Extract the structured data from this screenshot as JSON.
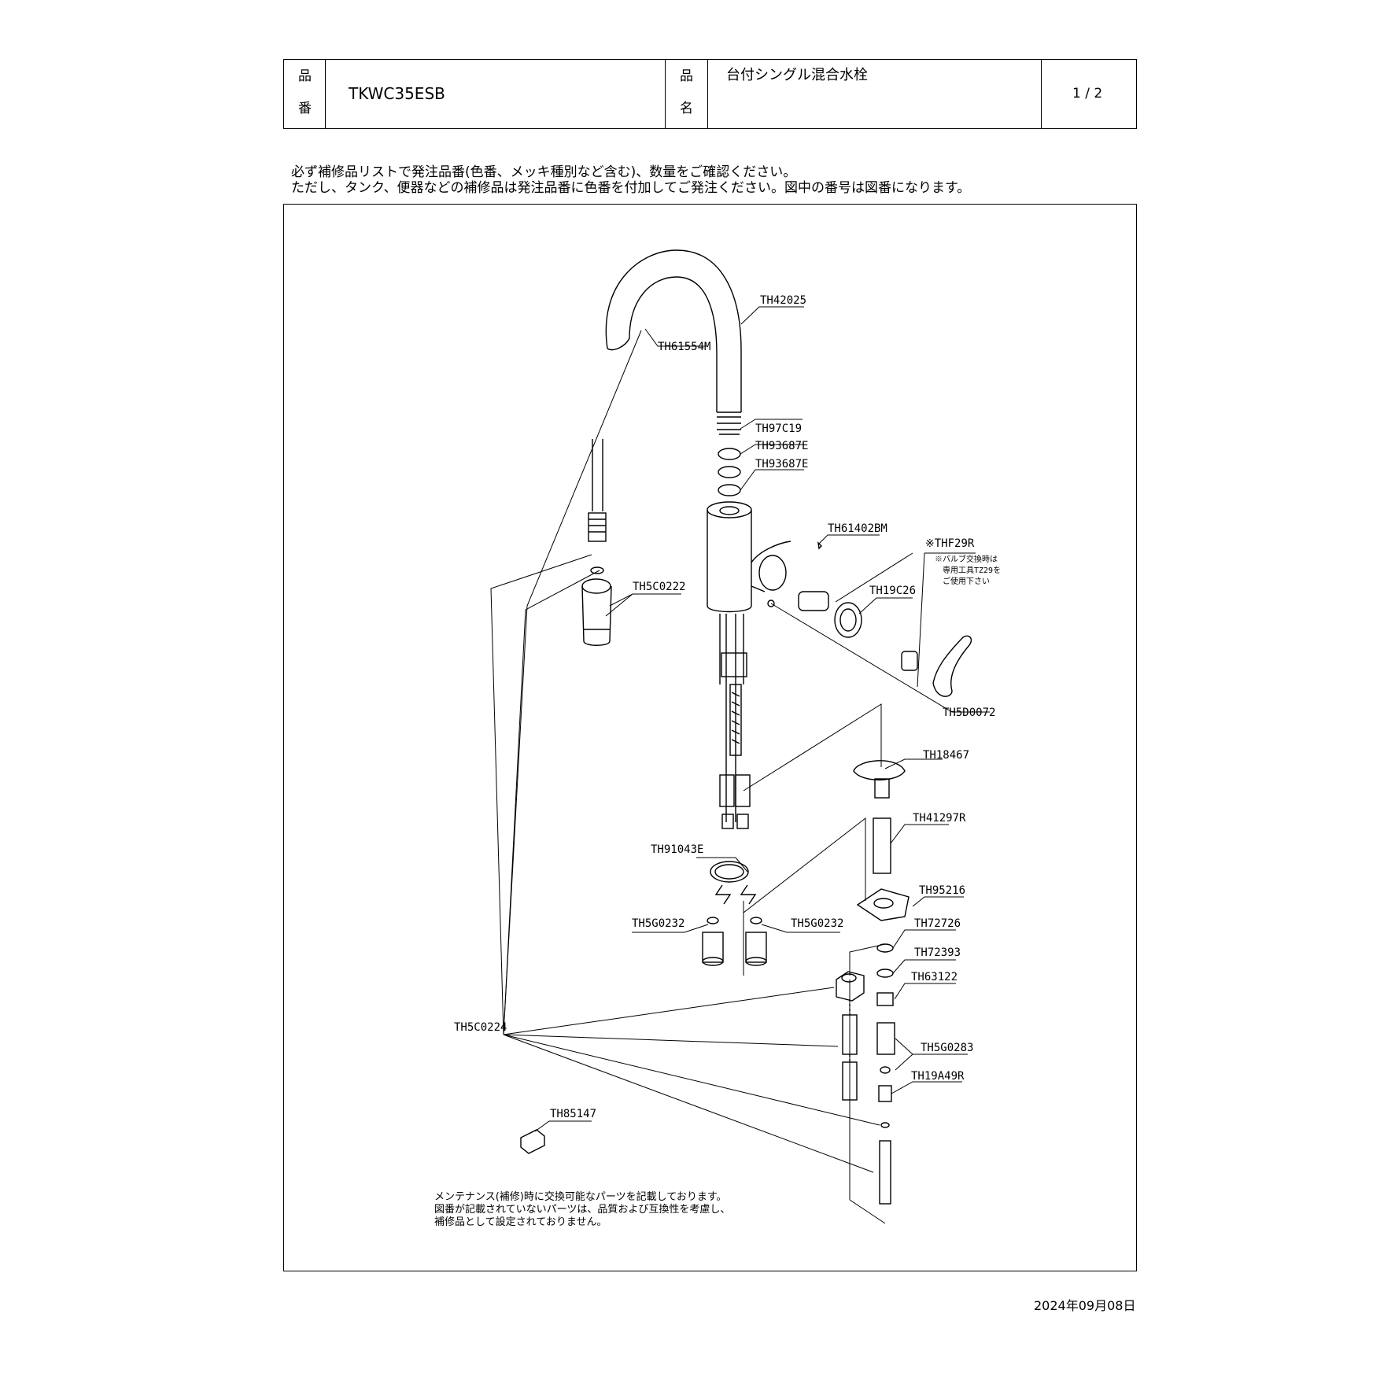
{
  "header": {
    "part_number_label_1": "品",
    "part_number_label_2": "番",
    "part_number": "TKWC35ESB",
    "product_name_label_1": "品",
    "product_name_label_2": "名",
    "product_name": "台付シングル混合水栓",
    "page": "1 / 2"
  },
  "notes": {
    "line1": "必ず補修品リストで発注品番(色番、メッキ種別など含む)、数量をご確認ください。",
    "line2": "ただし、タンク、便器などの補修品は発注品番に色番を付加してご発注ください。図中の番号は図番になります。"
  },
  "diagram": {
    "parts": {
      "p1": "TH42025",
      "p2": "TH61554M",
      "p3": "TH97C19",
      "p4": "TH93687E",
      "p5": "TH93687E",
      "p6": "TH61402BM",
      "p7": "※THF29R",
      "p8": "TH19C26",
      "p9": "TH5C0222",
      "p10": "TH5D0072",
      "p11": "TH18467",
      "p12": "TH41297R",
      "p13": "TH91043E",
      "p14": "TH95216",
      "p15": "TH5G0232",
      "p16": "TH5G0232",
      "p17": "TH72726",
      "p18": "TH72393",
      "p19": "TH63122",
      "p20": "TH5C0224",
      "p21": "TH5G0283",
      "p22": "TH19A49R",
      "p23": "TH85147"
    },
    "valve_note": {
      "line1": "※バルブ交換時は",
      "line2": "専用工具TZ29を",
      "line3": "ご使用下さい"
    },
    "maintenance_note": {
      "line1": "メンテナンス(補修)時に交換可能なパーツを記載しております。",
      "line2": "図番が記載されていないパーツは、品質および互換性を考慮し、",
      "line3": "補修品として設定されておりません。"
    }
  },
  "footer": {
    "date": "2024年09月08日"
  }
}
